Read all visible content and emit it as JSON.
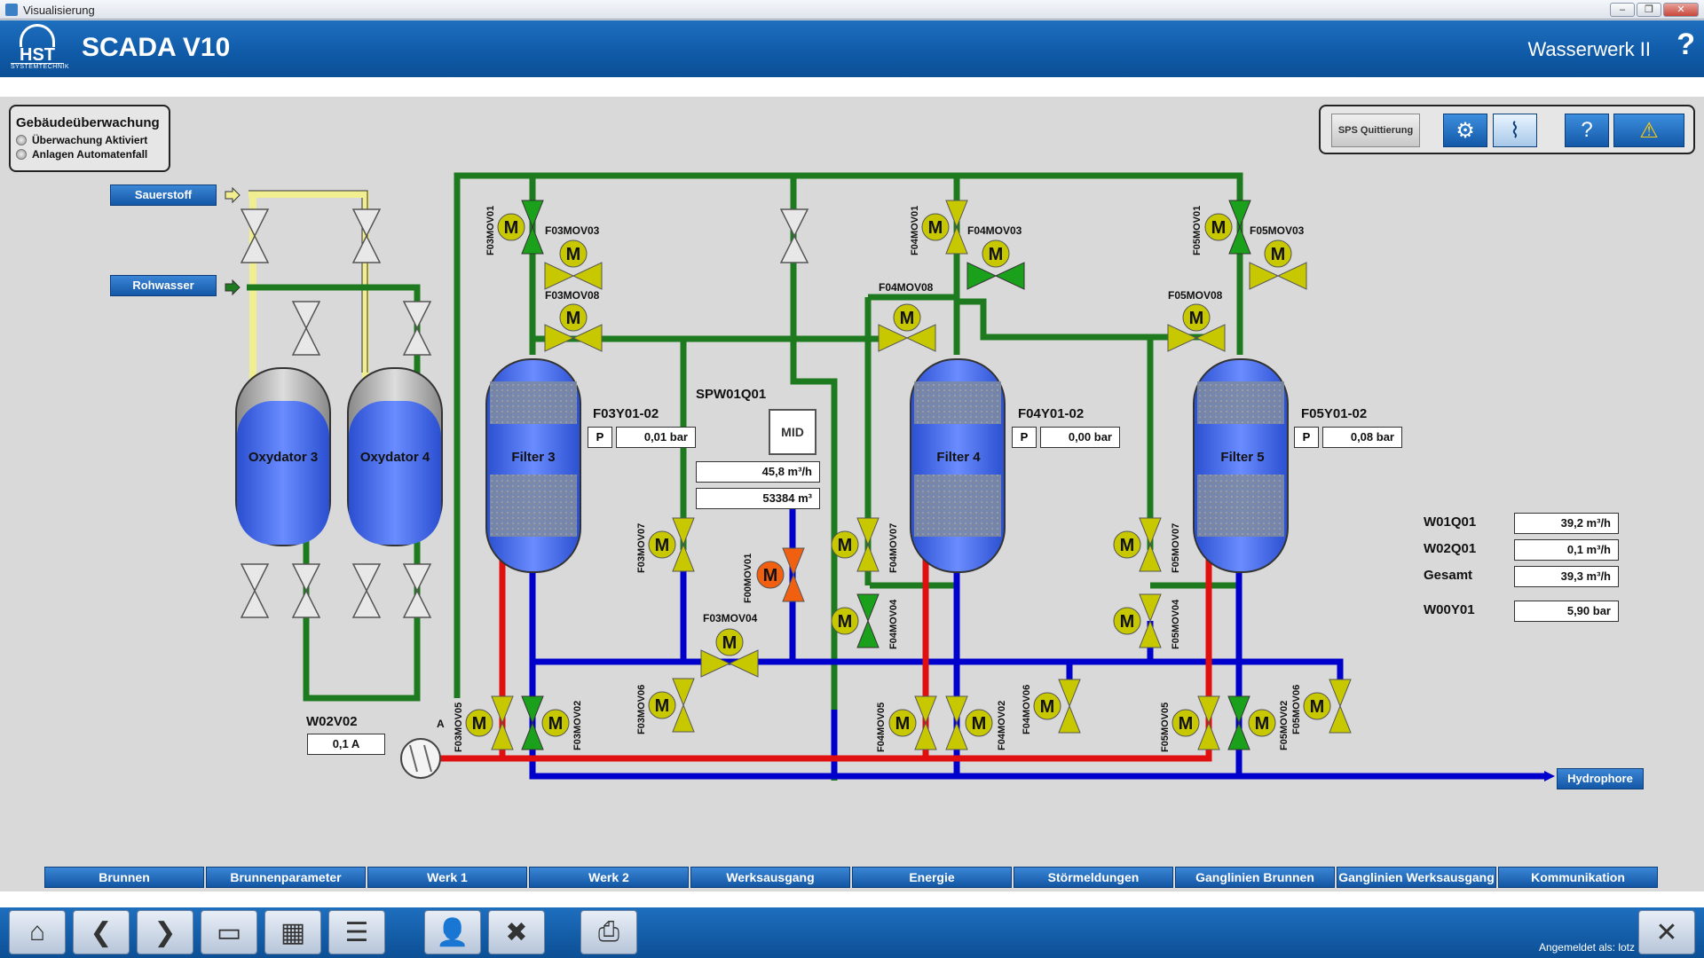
{
  "window": {
    "title": "Visualisierung",
    "buttons": [
      "–",
      "❐",
      "✕"
    ]
  },
  "header": {
    "app_title": "SCADA V10",
    "plant": "Wasserwerk II",
    "help": "?",
    "logo": {
      "brand": "HST",
      "sub": "SYSTEMTECHNIK"
    }
  },
  "monitor": {
    "title": "Gebäudeüberwachung",
    "items": [
      "Überwachung Aktiviert",
      "Anlagen Automatenfall"
    ]
  },
  "toolbar": {
    "sps_label": "SPS Quittierung"
  },
  "sources": {
    "oxygen": "Sauerstoff",
    "raw_water": "Rohwasser"
  },
  "tanks": {
    "ox3": "Oxydator 3",
    "ox4": "Oxydator 4",
    "f3": "Filter 3",
    "f4": "Filter 4",
    "f5": "Filter 5"
  },
  "sensors": {
    "f3_press_tag": "F03Y01-02",
    "f3_press": "0,01 bar",
    "f4_press_tag": "F04Y01-02",
    "f4_press": "0,00 bar",
    "f5_press_tag": "F05Y01-02",
    "f5_press": "0,08 bar",
    "p_label": "P",
    "flow_tag": "SPW01Q01",
    "mid": "MID",
    "flow": "45,8 m³/h",
    "total": "53384 m³",
    "pump_tag": "W02V02",
    "pump_current": "0,1 A",
    "pump_unit": "A"
  },
  "summary": [
    {
      "tag": "W01Q01",
      "value": "39,2 m³/h"
    },
    {
      "tag": "W02Q01",
      "value": "0,1 m³/h"
    },
    {
      "tag": "Gesamt",
      "value": "39,3 m³/h"
    },
    {
      "tag": "W00Y01",
      "value": "5,90 bar"
    }
  ],
  "valves": {
    "f3_01": "F03MOV01",
    "f3_03": "F03MOV03",
    "f3_08": "F03MOV08",
    "f3_07": "F03MOV07",
    "f3_04": "F03MOV04",
    "f3_06": "F03MOV06",
    "f3_02": "F03MOV02",
    "f3_05": "F03MOV05",
    "f0_01": "F00MOV01",
    "f4_01": "F04MOV01",
    "f4_03": "F04MOV03",
    "f4_08": "F04MOV08",
    "f4_07": "F04MOV07",
    "f4_04": "F04MOV04",
    "f4_05": "F04MOV05",
    "f4_02": "F04MOV02",
    "f4_06": "F04MOV06",
    "f5_01": "F05MOV01",
    "f5_03": "F05MOV03",
    "f5_08": "F05MOV08",
    "f5_07": "F05MOV07",
    "f5_04": "F05MOV04",
    "f5_05": "F05MOV05",
    "f5_02": "F05MOV02",
    "f5_06": "F05MOV06",
    "motor": "M"
  },
  "outlet": "Hydrophore",
  "nav_tabs": [
    "Brunnen",
    "Brunnenparameter",
    "Werk 1",
    "Werk 2",
    "Werksausgang",
    "Energie",
    "Störmeldungen",
    "Ganglinien Brunnen",
    "Ganglinien Werksausgang",
    "Kommunikation"
  ],
  "footer": {
    "logged_in": "Angemeldet als: lotz"
  },
  "colors": {
    "green": "#1e7a1e",
    "blue": "#0000cc",
    "red": "#e01010",
    "yellow": "#f0ee90",
    "valve_yellow": "#c8c800",
    "valve_green": "#1aa01a",
    "valve_orange": "#f06010"
  }
}
